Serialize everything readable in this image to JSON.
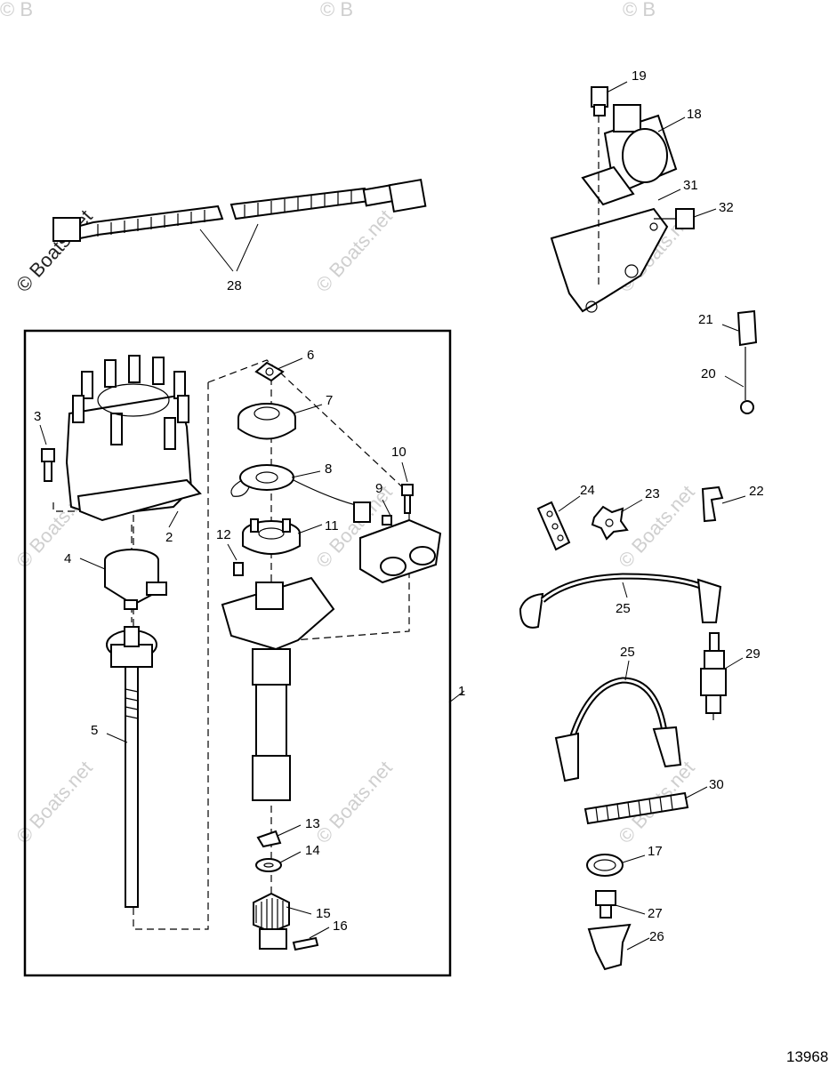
{
  "watermark": "© Boats.net",
  "watermark_partial": "© B",
  "diagram_ref": "13968",
  "callouts": {
    "c1": "1",
    "c2": "2",
    "c3": "3",
    "c4": "4",
    "c5": "5",
    "c6": "6",
    "c7": "7",
    "c8": "8",
    "c9": "9",
    "c10": "10",
    "c11": "11",
    "c12": "12",
    "c13": "13",
    "c14": "14",
    "c15": "15",
    "c16": "16",
    "c17": "17",
    "c18": "18",
    "c19": "19",
    "c20": "20",
    "c21": "21",
    "c22": "22",
    "c23": "23",
    "c24": "24",
    "c25a": "25",
    "c25b": "25",
    "c26": "26",
    "c27": "27",
    "c28": "28",
    "c29": "29",
    "c30": "30",
    "c31": "31",
    "c32": "32"
  }
}
